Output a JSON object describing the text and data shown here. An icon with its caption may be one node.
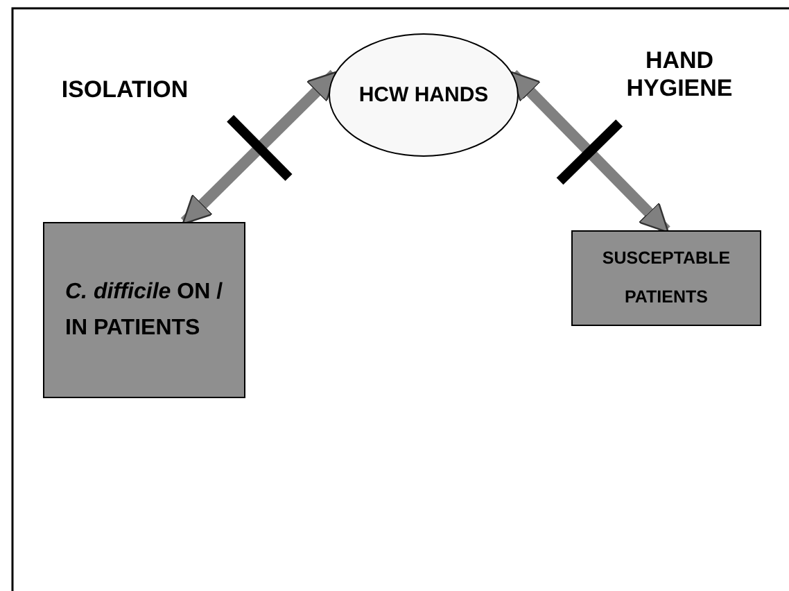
{
  "diagram": {
    "nodes": [
      {
        "text": [
          "HCW HANDS"
        ]
      },
      {
        "text": [
          "*C. difficile* ON / IN PATIENTS"
        ]
      },
      {
        "text": [
          "SUSCEPTABLE PATIENTS"
        ]
      }
    ],
    "edges": [
      {
        "from": 1,
        "to": 0,
        "arrow": "both"
      },
      {
        "from": 0,
        "to": 2,
        "arrow": "both"
      }
    ],
    "labels": [
      "ISOLATION",
      "HAND HYGIENE"
    ]
  }
}
